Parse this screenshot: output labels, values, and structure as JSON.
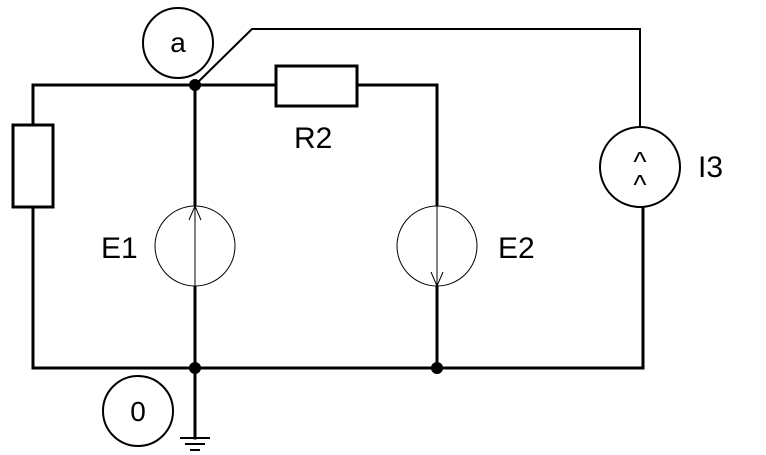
{
  "diagram": {
    "type": "electric-circuit",
    "nodes": [
      {
        "id": "a",
        "label": "a"
      },
      {
        "id": "0",
        "label": "0"
      }
    ],
    "components": [
      {
        "id": "R1",
        "kind": "resistor",
        "label": ""
      },
      {
        "id": "R2",
        "kind": "resistor",
        "label": "R2"
      },
      {
        "id": "E1",
        "kind": "voltage-source",
        "label": "E1",
        "direction": "up"
      },
      {
        "id": "E2",
        "kind": "voltage-source",
        "label": "E2",
        "direction": "down"
      },
      {
        "id": "I3",
        "kind": "current-source",
        "label": "I3",
        "symbol": "^\n^"
      }
    ],
    "ground": {
      "kind": "ground",
      "node": "0"
    }
  },
  "colors": {
    "stroke": "#000000",
    "background": "#ffffff"
  }
}
